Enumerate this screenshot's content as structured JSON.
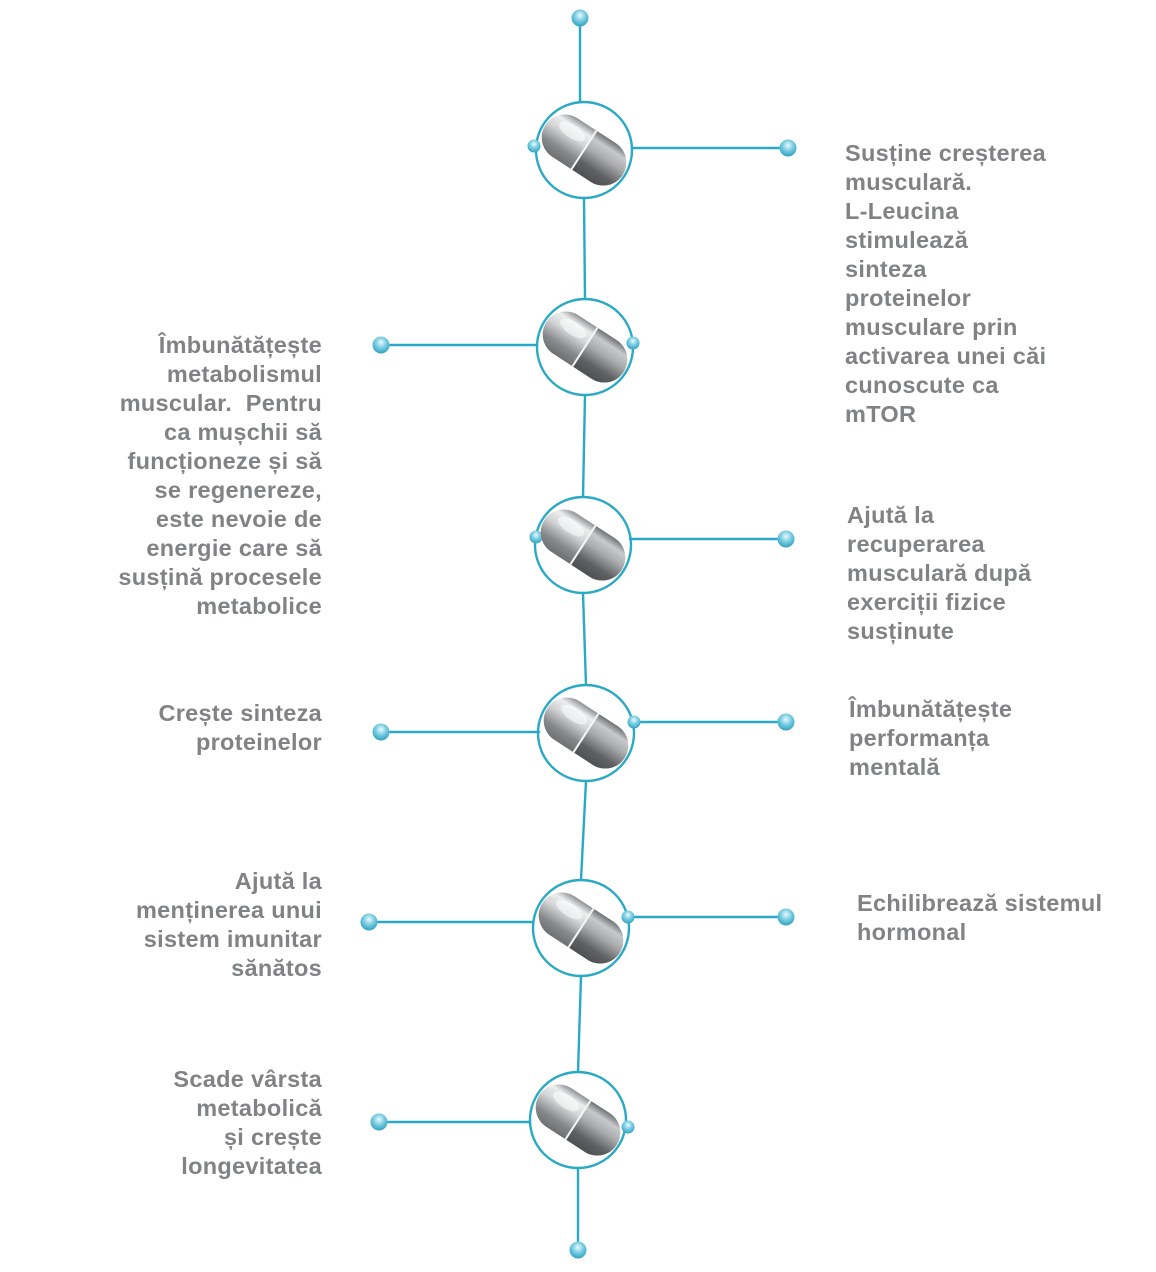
{
  "title": "L-Leucina benefits infographic",
  "colors": {
    "background": "#ffffff",
    "timeline_line": "#2aa9c5",
    "dot_fill": "#1795ba",
    "text": "#808285",
    "pill_light": "#d9dadb",
    "pill_dark": "#6d6f71"
  },
  "icons": {
    "pill": "pill-capsule-icon",
    "endpoint": "endpoint-dot",
    "junction": "junction-dot"
  },
  "blocks": {
    "b1_right": {
      "side": "right",
      "lines": [
        "Susține creșterea",
        "musculară.",
        "L-Leucina",
        "stimulează",
        "sinteza",
        "proteinelor",
        "musculare prin",
        "activarea unei căi",
        "cunoscute ca",
        "mTOR"
      ]
    },
    "b2_left": {
      "side": "left",
      "lines": [
        "Îmbunătățește",
        "metabolismul",
        "muscular.  Pentru",
        "ca mușchii să",
        "funcționeze și să",
        "se regenereze,",
        "este nevoie de",
        "energie care să",
        "susțină procesele",
        "metabolice"
      ]
    },
    "b3_right": {
      "side": "right",
      "lines": [
        "Ajută la",
        "recuperarea",
        "musculară după",
        "exerciții fizice",
        "susținute"
      ]
    },
    "b4_left": {
      "side": "left",
      "lines": [
        "Crește sinteza",
        "proteinelor"
      ]
    },
    "b4_right": {
      "side": "right",
      "lines": [
        "Îmbunătățește",
        "performanța",
        "mentală"
      ]
    },
    "b5_left": {
      "side": "left",
      "lines": [
        "Ajută la",
        "menținerea unui",
        "sistem imunitar",
        "sănătos"
      ]
    },
    "b5_right": {
      "side": "right",
      "lines": [
        "Echilibrează sistemul",
        "hormonal"
      ]
    },
    "b6_left": {
      "side": "left",
      "lines": [
        "Scade vârsta",
        "metabolică",
        "și crește",
        "longevitatea"
      ]
    }
  }
}
